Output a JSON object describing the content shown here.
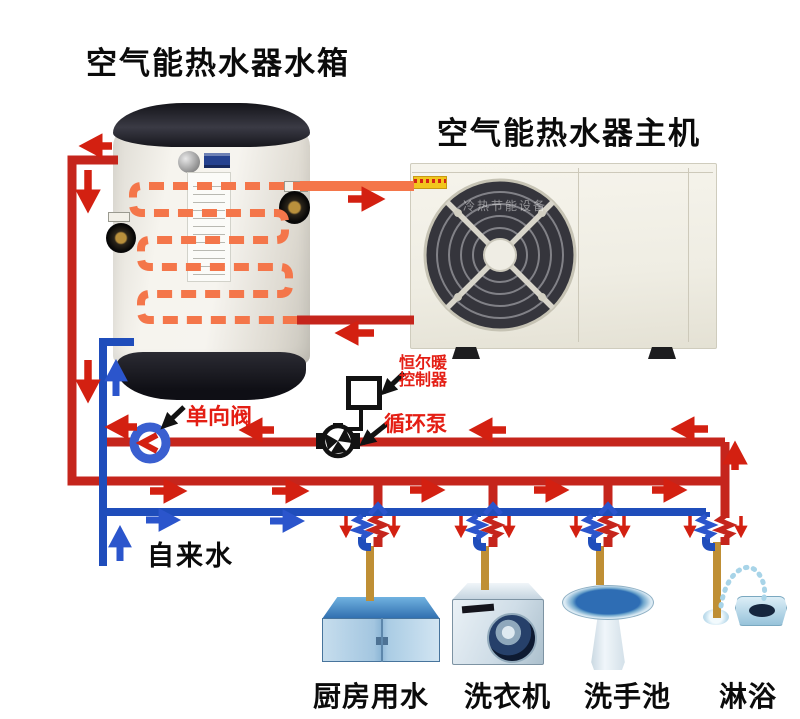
{
  "titles": {
    "tank": "空气能热水器水箱",
    "main_unit": "空气能热水器主机"
  },
  "annotations": {
    "check_valve": "单向阀",
    "controller_brand": "恒尔暖",
    "controller_device": "控制器",
    "circulation_pump": "循环泵",
    "tap_water": "自来水",
    "fan_watermark": "冷热节能设备"
  },
  "fixtures": [
    {
      "label": "厨房用水"
    },
    {
      "label": "洗衣机"
    },
    {
      "label": "洗手池"
    },
    {
      "label": "淋浴"
    }
  ],
  "colors": {
    "hot_pipe": "#c5251c",
    "arrow_red": "#d32011",
    "cold_pipe": "#1f4dbb",
    "coil_orange": "#f4764a",
    "valve_ring": "#3a5fd0",
    "fixture_pipe": "#bf8f35",
    "annotation_red": "#e41e14"
  }
}
